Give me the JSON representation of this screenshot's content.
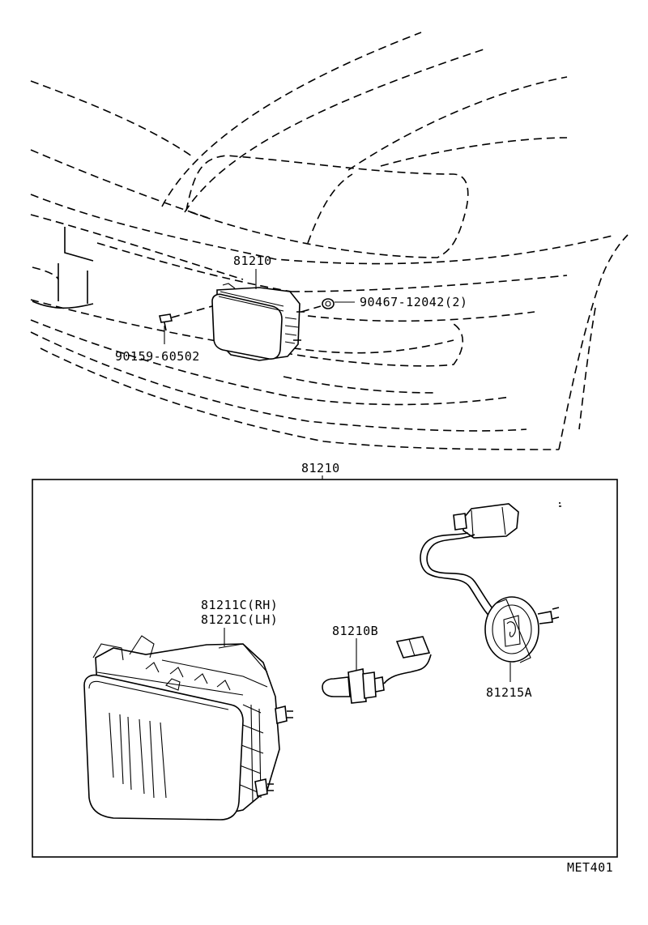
{
  "callouts": {
    "fog_lamp_assy_top": "81210",
    "nut": "90467-12042(2)",
    "screw": "90159-60502",
    "fog_lamp_assy_box": "81210",
    "unit_rh": "81211C(RH)",
    "unit_lh": "81221C(LH)",
    "bulb": "81210B",
    "socket_wire": "81215A"
  },
  "figure_code": "MET401"
}
